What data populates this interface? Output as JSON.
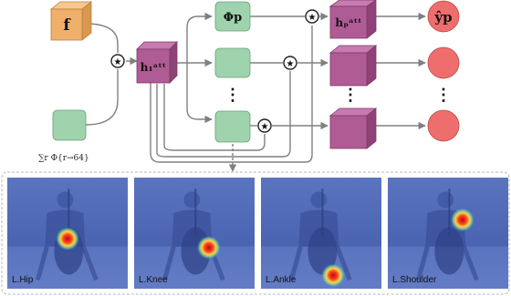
{
  "diagram": {
    "feature_label": "f",
    "phi_sum_label": "∑r Φ{r→64}",
    "h1_label": "h₁ᵃᵗᵗ",
    "phi_p_label": "Φp",
    "hp_label": "hₚᵃᵗᵗ",
    "yp_label": "ŷp",
    "ellipsis": "⋮",
    "multiply_symbol": "★",
    "colors": {
      "cube_orange": "#f0b06a",
      "cube_pink": "#b05c94",
      "green_box": "#9fd3ad",
      "red_circle": "#ee6e6e",
      "line": "#808080"
    }
  },
  "heatmaps": {
    "panels": [
      {
        "label": "L.Hip",
        "hotspot": [
          0.5,
          0.55
        ]
      },
      {
        "label": "L.Knee",
        "hotspot": [
          0.62,
          0.63
        ]
      },
      {
        "label": "L.Ankle",
        "hotspot": [
          0.6,
          0.88
        ]
      },
      {
        "label": "L.Shoulder",
        "hotspot": [
          0.62,
          0.38
        ]
      }
    ]
  }
}
